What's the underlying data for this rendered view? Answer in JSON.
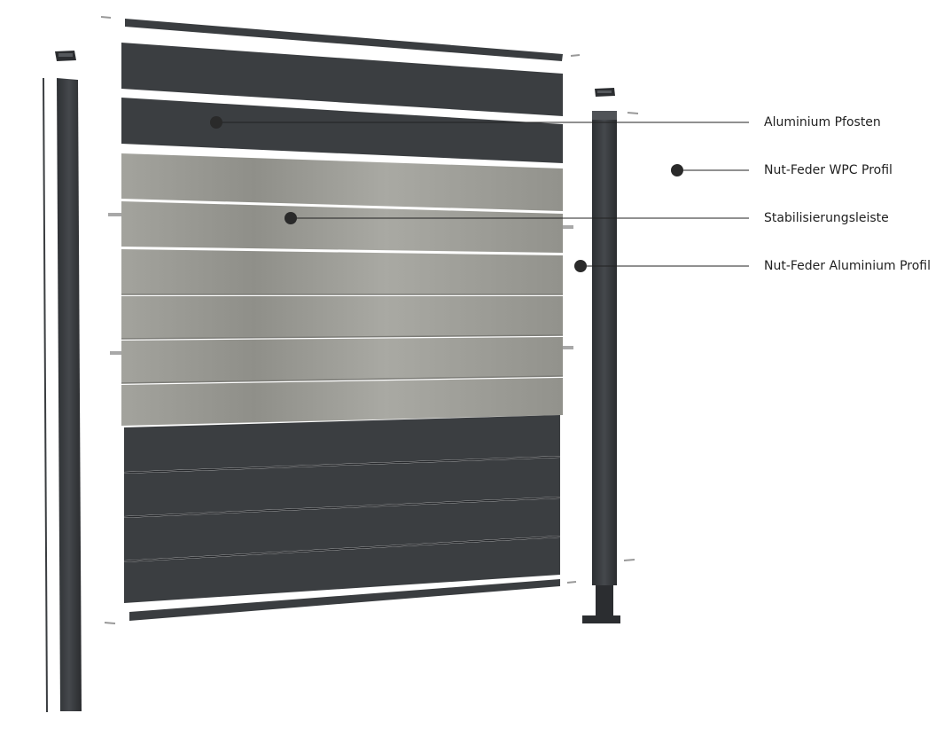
{
  "colors": {
    "aluminium": "#3a3d40",
    "aluminium_dark": "#2b2d30",
    "wpc": "#9a9a94",
    "wpc_light": "#b0b0aa",
    "background": "#ffffff",
    "line": "#222222"
  },
  "callouts": [
    {
      "id": "aluminium-pfosten",
      "label": "Aluminium Pfosten"
    },
    {
      "id": "nut-feder-wpc-profil",
      "label": "Nut-Feder WPC Profil"
    },
    {
      "id": "stabilisierungsleiste",
      "label": "Stabilisierungsleiste"
    },
    {
      "id": "nut-feder-aluminium-profil",
      "label": "Nut-Feder Aluminium Profil"
    }
  ]
}
